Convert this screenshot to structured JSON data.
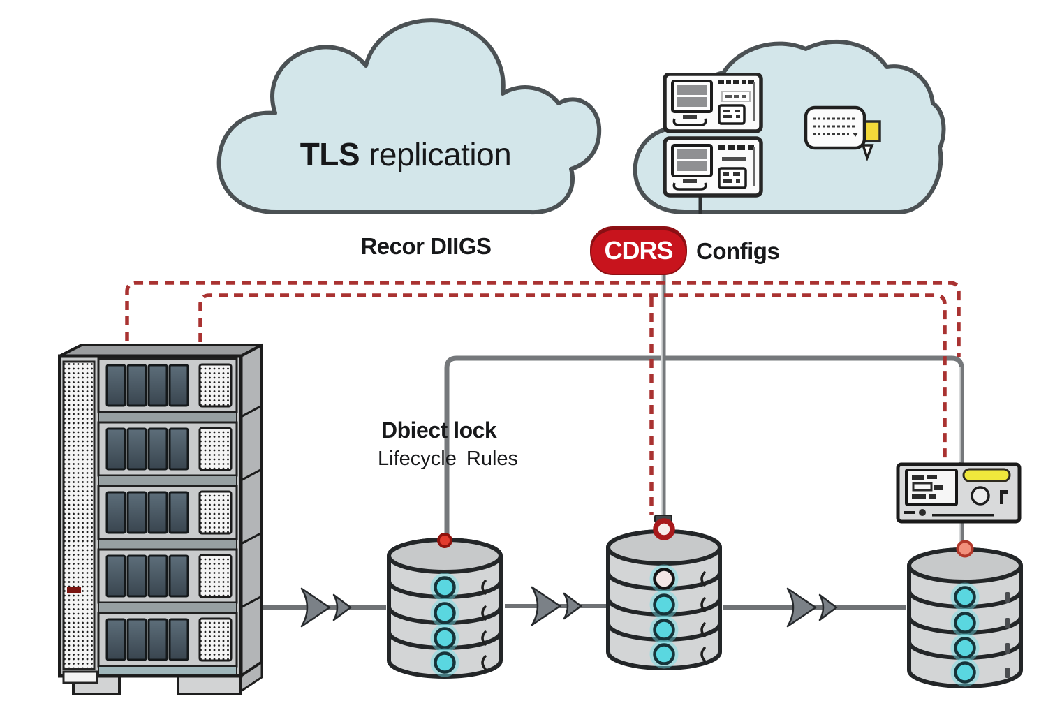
{
  "clouds": {
    "replication": {
      "label_strong": "TLS",
      "label_rest": "replication"
    },
    "config_cloud": {
      "icons": [
        "control-panel-icon",
        "control-panel-icon",
        "message-note-icon"
      ]
    }
  },
  "labels": {
    "records": "Recor DIIGS",
    "cdrs_badge": "CDRS",
    "configs": "Configs",
    "object_lock": "Dbiect lock",
    "lifecycle_rules": "Lifecycle Rules"
  },
  "nodes": {
    "server_rack": {
      "name": "storage-server-rack",
      "unit_count": 5,
      "bays_per_unit": 4,
      "has_status_led": true
    },
    "databases": [
      {
        "id": "db-1",
        "disks": 4,
        "indicator_colors": [
          "cyan",
          "cyan",
          "cyan",
          "cyan"
        ],
        "top_marker": "red-filled-dot"
      },
      {
        "id": "db-2",
        "disks": 4,
        "indicator_colors": [
          "white",
          "cyan",
          "cyan",
          "cyan"
        ],
        "top_marker": "red-ring"
      },
      {
        "id": "db-3",
        "disks": 4,
        "indicator_colors": [
          "cyan",
          "cyan",
          "cyan",
          "cyan"
        ],
        "top_marker": "salmon-dot"
      }
    ],
    "control_panel": {
      "name": "management-console",
      "has_yellow_status_bar": true,
      "has_knob": true
    }
  },
  "connections": [
    {
      "from": "server-rack",
      "to": "db-1",
      "style": "solid-gray-double-chevron-arrow"
    },
    {
      "from": "db-1",
      "to": "db-2",
      "style": "solid-gray-double-chevron-arrow"
    },
    {
      "from": "db-2",
      "to": "db-3",
      "style": "solid-gray-double-chevron-arrow"
    },
    {
      "from": "server-rack",
      "to": "management-console",
      "style": "red-dashed"
    },
    {
      "from": "server-rack",
      "to": "db-2",
      "style": "red-dashed-branch"
    },
    {
      "from": "cdrs-badge",
      "to": "db-2",
      "style": "gray-pipe"
    },
    {
      "from": "db-1",
      "to": "management-console",
      "style": "gray-elbow"
    },
    {
      "from": "management-console",
      "to": "db-3",
      "style": "gray-pipe"
    }
  ],
  "colors": {
    "cloud_fill": "#d3e6ea",
    "cloud_outline": "#4b5154",
    "dashed_line_red": "#a93231",
    "badge_bg": "#c8141d",
    "badge_text": "#ffffff",
    "connector_gray": "#75787b",
    "disk_indicator_cyan": "#5ad7e0",
    "status_yellow": "#f0e83c",
    "text": "#17181a"
  }
}
